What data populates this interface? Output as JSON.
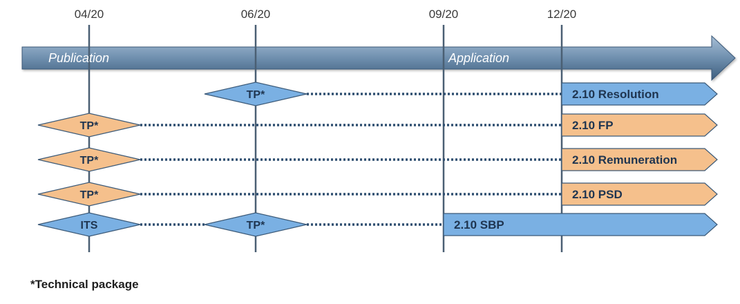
{
  "months": [
    "04/20",
    "06/20",
    "09/20",
    "12/20"
  ],
  "phases": {
    "publication": "Publication",
    "application": "Application"
  },
  "rows": [
    {
      "markers": [
        {
          "label": "TP*",
          "month": "06/20",
          "color": "blue"
        }
      ],
      "bar": {
        "label": "2.10 Resolution",
        "start": "12/20",
        "color": "blue"
      }
    },
    {
      "markers": [
        {
          "label": "TP*",
          "month": "04/20",
          "color": "orange"
        }
      ],
      "bar": {
        "label": "2.10 FP",
        "start": "12/20",
        "color": "orange"
      }
    },
    {
      "markers": [
        {
          "label": "TP*",
          "month": "04/20",
          "color": "orange"
        }
      ],
      "bar": {
        "label": "2.10 Remuneration",
        "start": "12/20",
        "color": "orange"
      }
    },
    {
      "markers": [
        {
          "label": "TP*",
          "month": "04/20",
          "color": "orange"
        }
      ],
      "bar": {
        "label": "2.10 PSD",
        "start": "12/20",
        "color": "orange"
      }
    },
    {
      "markers": [
        {
          "label": "ITS",
          "month": "04/20",
          "color": "blue"
        },
        {
          "label": "TP*",
          "month": "06/20",
          "color": "blue"
        }
      ],
      "bar": {
        "label": "2.10  SBP",
        "start": "09/20",
        "color": "blue"
      }
    }
  ],
  "footnote": "*Technical package",
  "colors": {
    "blue_fill": "#7ab0e3",
    "orange_fill": "#f5c08c",
    "outline": "#3c5a78",
    "arrow_dark": "#3f5f80",
    "arrow_light": "#9cb6cf",
    "line": "#4a5f73"
  }
}
